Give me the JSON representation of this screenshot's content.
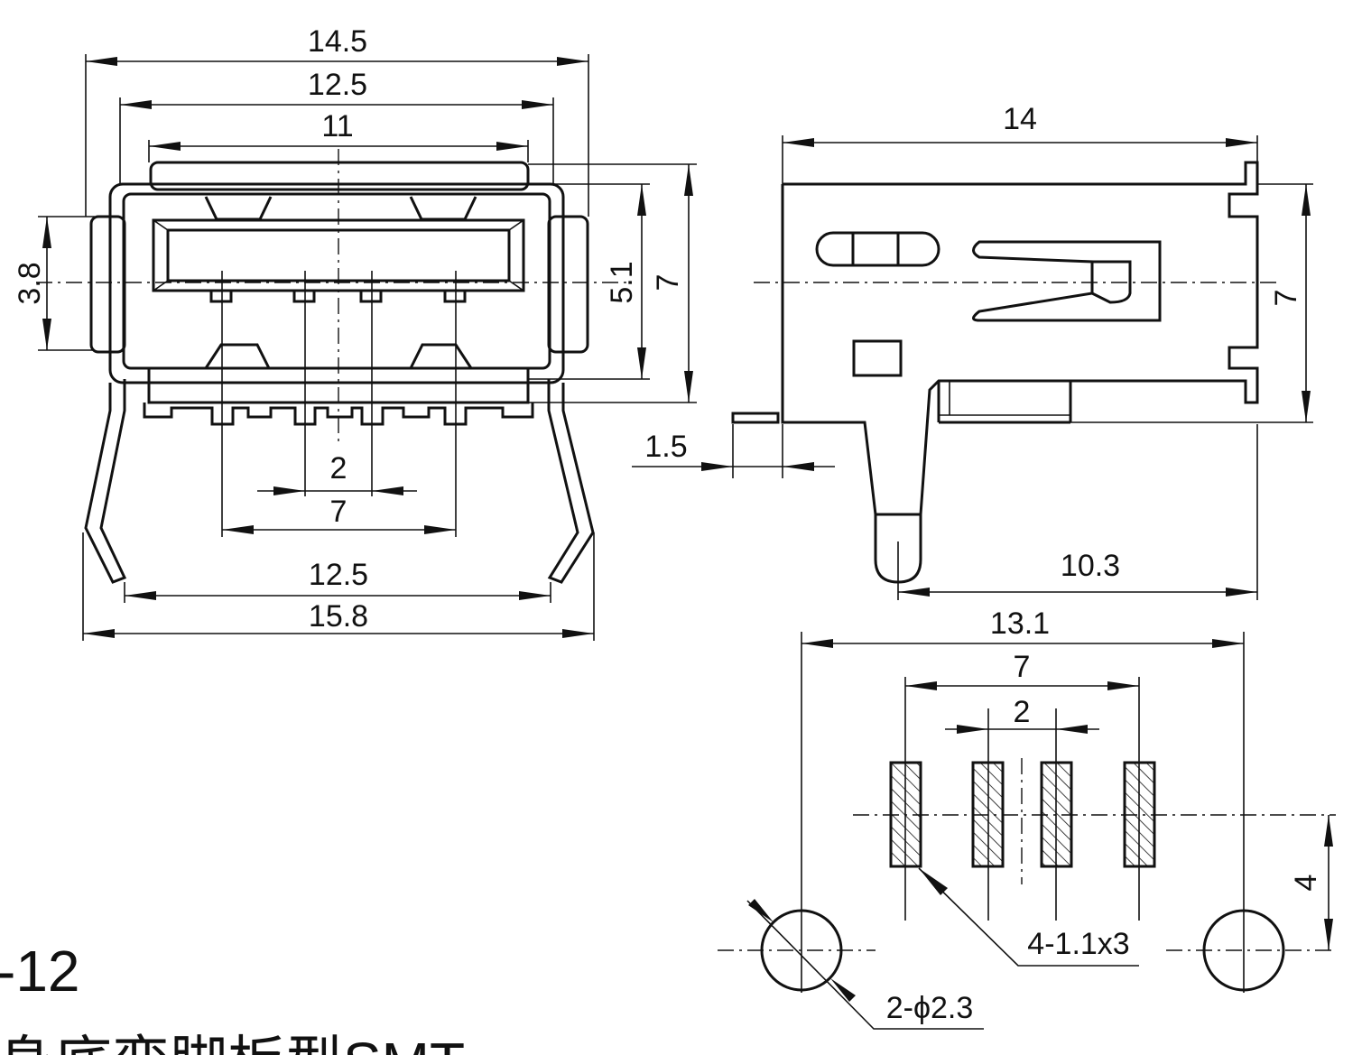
{
  "front_view": {
    "dims": {
      "overall_width": "14.5",
      "shell_width": "12.5",
      "opening_width": "11",
      "height_small": "3.8",
      "opening_height": "5.1",
      "total_height": "7",
      "pin_pitch": "2",
      "pin_span": "7",
      "leg_inner": "12.5",
      "leg_outer": "15.8"
    }
  },
  "side_view": {
    "dims": {
      "length": "14",
      "height": "7",
      "offset": "1.5",
      "peg_distance": "10.3"
    }
  },
  "footprint": {
    "dims": {
      "hole_span": "13.1",
      "pad_span": "7",
      "pad_pitch": "2",
      "row_offset": "4",
      "pad_note": "4-1.1x3",
      "hole_note": "2-ϕ2.3"
    }
  },
  "labels": {
    "part_number_fragment": "-12",
    "caption_fragment": "身底弯脚板型SMT"
  }
}
